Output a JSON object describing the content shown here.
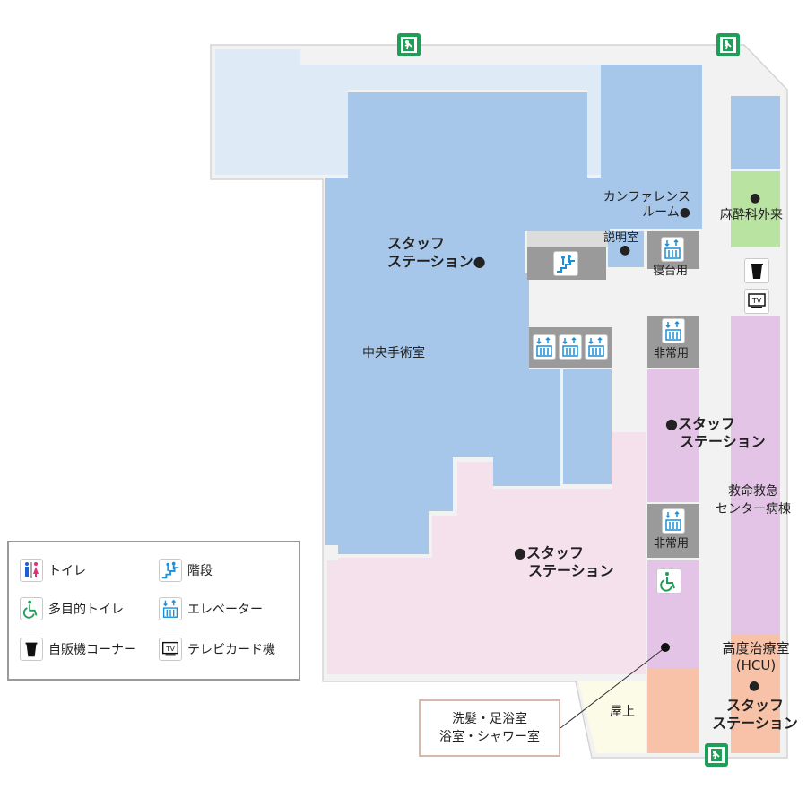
{
  "rooms": {
    "operating_room": "中央手術室",
    "staff_station_or_1": "スタッフ",
    "staff_station_or_2": "ステーション●",
    "conference_1": "カンファレンス",
    "conference_2": "ルーム●",
    "explanation_room": "説明室",
    "bed_elevator": "寝台用",
    "emergency_1": "非常用",
    "emergency_2": "非常用",
    "anesthesia_outpatient": "麻酔科外来",
    "staff_station_right_1": "●スタッフ",
    "staff_station_right_2": "ステーション",
    "emergency_ward_1": "救命救急",
    "emergency_ward_2": "センター病棟",
    "staff_station_pink_1": "●スタッフ",
    "staff_station_pink_2": "ステーション",
    "hcu_1": "高度治療室",
    "hcu_2": "(HCU)",
    "staff_station_hcu_1": "スタッフ",
    "staff_station_hcu_2": "ステーション",
    "rooftop": "屋上"
  },
  "callout": {
    "line1": "洗髪・足浴室",
    "line2": "浴室・シャワー室"
  },
  "legend": {
    "toilet": "トイレ",
    "stairs": "階段",
    "accessible_toilet": "多目的トイレ",
    "elevator": "エレベーター",
    "vending": "自販機コーナー",
    "tv_card": "テレビカード機"
  },
  "icons": {
    "exit": "emergency-exit-icon",
    "stairs": "stairs-icon",
    "elevator": "elevator-icon",
    "vending": "vending-cup-icon",
    "tv": "tv-icon",
    "wheelchair": "wheelchair-icon",
    "toilet": "toilet-icon"
  },
  "colors": {
    "blue_room": "#a6c7ea",
    "light_blue": "#deebf7",
    "pink": "#f5e1ec",
    "lavender": "#e4c4e6",
    "green": "#b8e3a0",
    "salmon": "#f8c2a8",
    "corridor": "#f2f2f2",
    "exit_green": "#1e9e57",
    "icon_blue": "#1b8fd6"
  }
}
